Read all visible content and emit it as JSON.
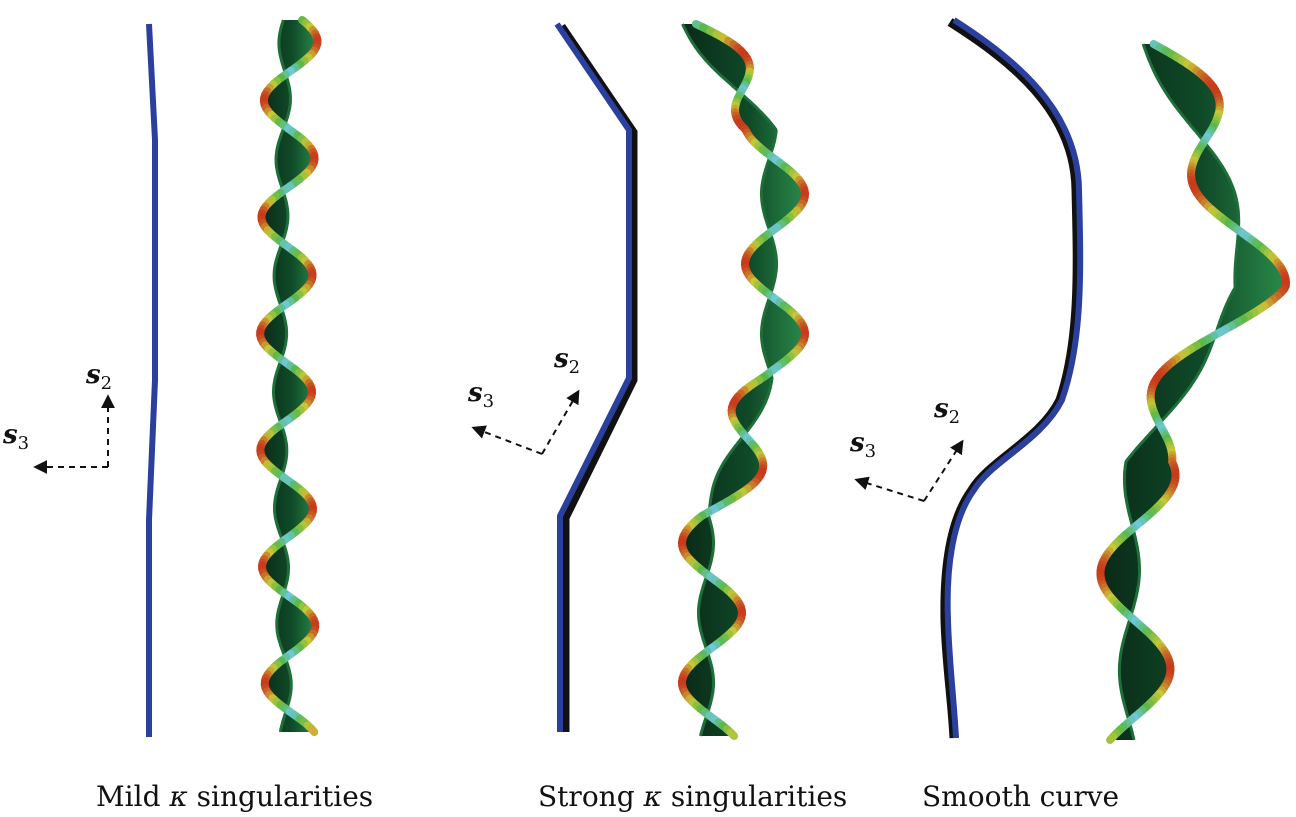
{
  "panels": [
    {
      "caption_prefix": "Mild ",
      "caption_symbol": "κ",
      "caption_suffix": " singularities",
      "axis_s2_base": "s",
      "axis_s2_sub": "2",
      "axis_s3_base": "s",
      "axis_s3_sub": "3"
    },
    {
      "caption_prefix": "Strong ",
      "caption_symbol": "κ",
      "caption_suffix": " singularities",
      "axis_s2_base": "s",
      "axis_s2_sub": "2",
      "axis_s3_base": "s",
      "axis_s3_sub": "3"
    },
    {
      "caption_prefix": "Smooth curve",
      "caption_symbol": "",
      "caption_suffix": "",
      "axis_s2_base": "s",
      "axis_s2_sub": "2",
      "axis_s3_base": "s",
      "axis_s3_sub": "3"
    }
  ],
  "colors": {
    "centerline": "#2b3f9e",
    "ribbon_edge_low": "#6fc8e0",
    "ribbon_edge_mid": "#58b848",
    "ribbon_edge_high": "#c83a1c",
    "ribbon_body_dark": "#0a2a18",
    "ribbon_body_mid": "#1e6e3a",
    "arrow": "#111111"
  }
}
